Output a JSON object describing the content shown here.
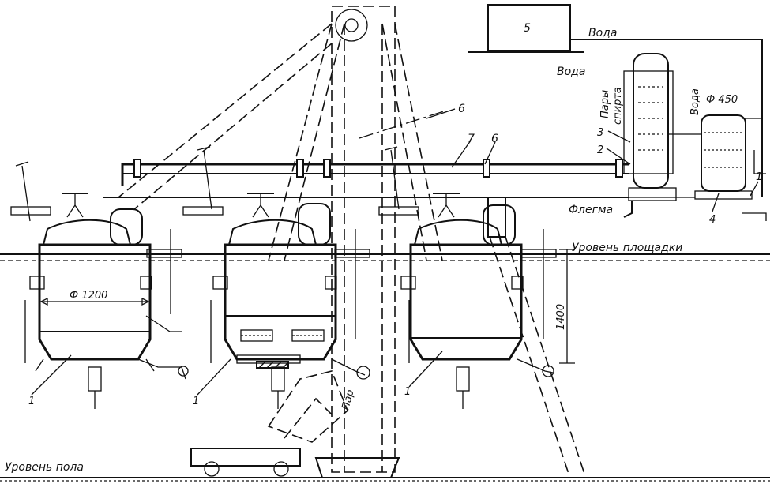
{
  "labels": {
    "water_top": "Вода",
    "water_mid": "Вода",
    "water_right": "Вода",
    "vapors_line1": "Пары",
    "vapors_line2": "спирта",
    "phlegm": "Флегма",
    "platform_level": "Уровень площадки",
    "floor_level": "Уровень пола",
    "steam": "Пар",
    "diameter_1200": "Ф 1200",
    "diameter_450": "Ф 450",
    "height_1400": "1400"
  },
  "callouts": {
    "n5": "5",
    "n6a": "6",
    "n7": "7",
    "n6b": "6",
    "n3": "3",
    "n2": "2",
    "n4": "4",
    "n1_right": "1",
    "n1_a": "1",
    "n1_b": "1",
    "n1_c": "1"
  }
}
